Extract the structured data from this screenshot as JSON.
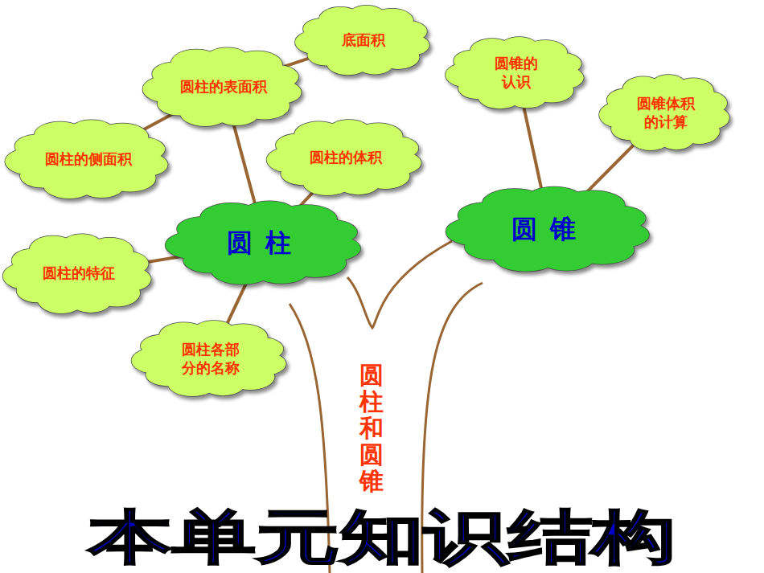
{
  "diagram": {
    "title": "本单元知识结构",
    "nodes": [
      {
        "text": [
          "底面积"
        ]
      },
      {
        "text": [
          "圆柱的表面积"
        ]
      },
      {
        "text": [
          "圆锥的 认识"
        ]
      },
      {
        "text": [
          "圆锥体积 的计算"
        ]
      },
      {
        "text": [
          "圆柱的侧面积"
        ]
      },
      {
        "text": [
          "圆柱的体积"
        ]
      },
      {
        "text": [
          "圆柱"
        ]
      },
      {
        "text": [
          "圆锥"
        ]
      },
      {
        "text": [
          "圆柱的特征"
        ]
      },
      {
        "text": [
          "圆柱各部 分的名称"
        ]
      }
    ],
    "edges": [
      {
        "from": 6,
        "to": 1,
        "arrow": "none"
      },
      {
        "from": 1,
        "to": 0,
        "arrow": "none"
      },
      {
        "from": 1,
        "to": 4,
        "arrow": "none"
      },
      {
        "from": 6,
        "to": 5,
        "arrow": "none"
      },
      {
        "from": 6,
        "to": 8,
        "arrow": "none"
      },
      {
        "from": 6,
        "to": 9,
        "arrow": "none"
      },
      {
        "from": 7,
        "to": 2,
        "arrow": "none"
      },
      {
        "from": 7,
        "to": 3,
        "arrow": "none"
      }
    ],
    "labels": [
      "圆柱和圆锥"
    ]
  }
}
